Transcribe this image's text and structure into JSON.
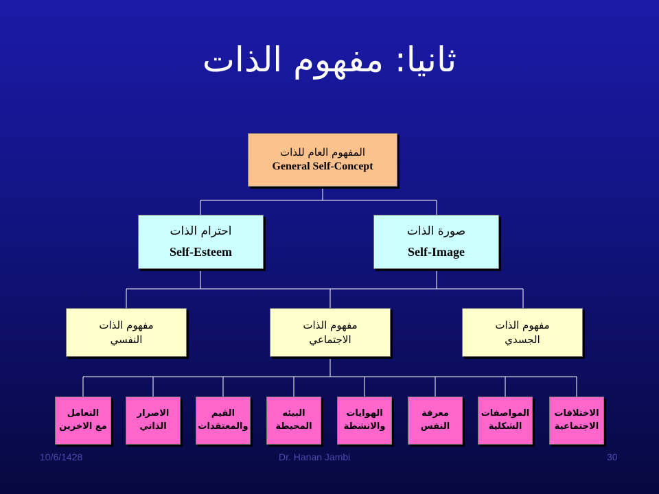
{
  "title": "ثانيا: مفهوم الذات",
  "root": {
    "ar": "المفهوم العام للذات",
    "en": "General Self-Concept"
  },
  "level1": [
    {
      "ar": "احترام الذات",
      "en": "Self-Esteem"
    },
    {
      "ar": "صورة الذات",
      "en": "Self-Image"
    }
  ],
  "level2": [
    {
      "line1": "مفهوم الذات",
      "line2": "النفسي"
    },
    {
      "line1": "مفهوم الذات",
      "line2": "الاجتماعي"
    },
    {
      "line1": "مفهوم الذات",
      "line2": "الجسدي"
    }
  ],
  "leaves": [
    {
      "line1": "التعامل",
      "line2": "مع الاخرين"
    },
    {
      "line1": "الاصرار",
      "line2": "الذاتي"
    },
    {
      "line1": "القيم",
      "line2": "والمعتقدات"
    },
    {
      "line1": "البيئه",
      "line2": "المحيطة"
    },
    {
      "line1": "الهوايات",
      "line2": "والانشطة"
    },
    {
      "line1": "معرفة",
      "line2": "النفس"
    },
    {
      "line1": "المواصفات",
      "line2": "الشكلية"
    },
    {
      "line1": "الاختلافات",
      "line2": "الاجتماعية"
    }
  ],
  "footer": {
    "date": "10/6/1428",
    "author": "Dr. Hanan Jambi",
    "page": "30"
  },
  "colors": {
    "root_fill": "#fcc28e",
    "level1_fill": "#ccffff",
    "level2_fill": "#ffffcc",
    "leaf_fill": "#ff66cc",
    "connector": "#ffffff"
  }
}
